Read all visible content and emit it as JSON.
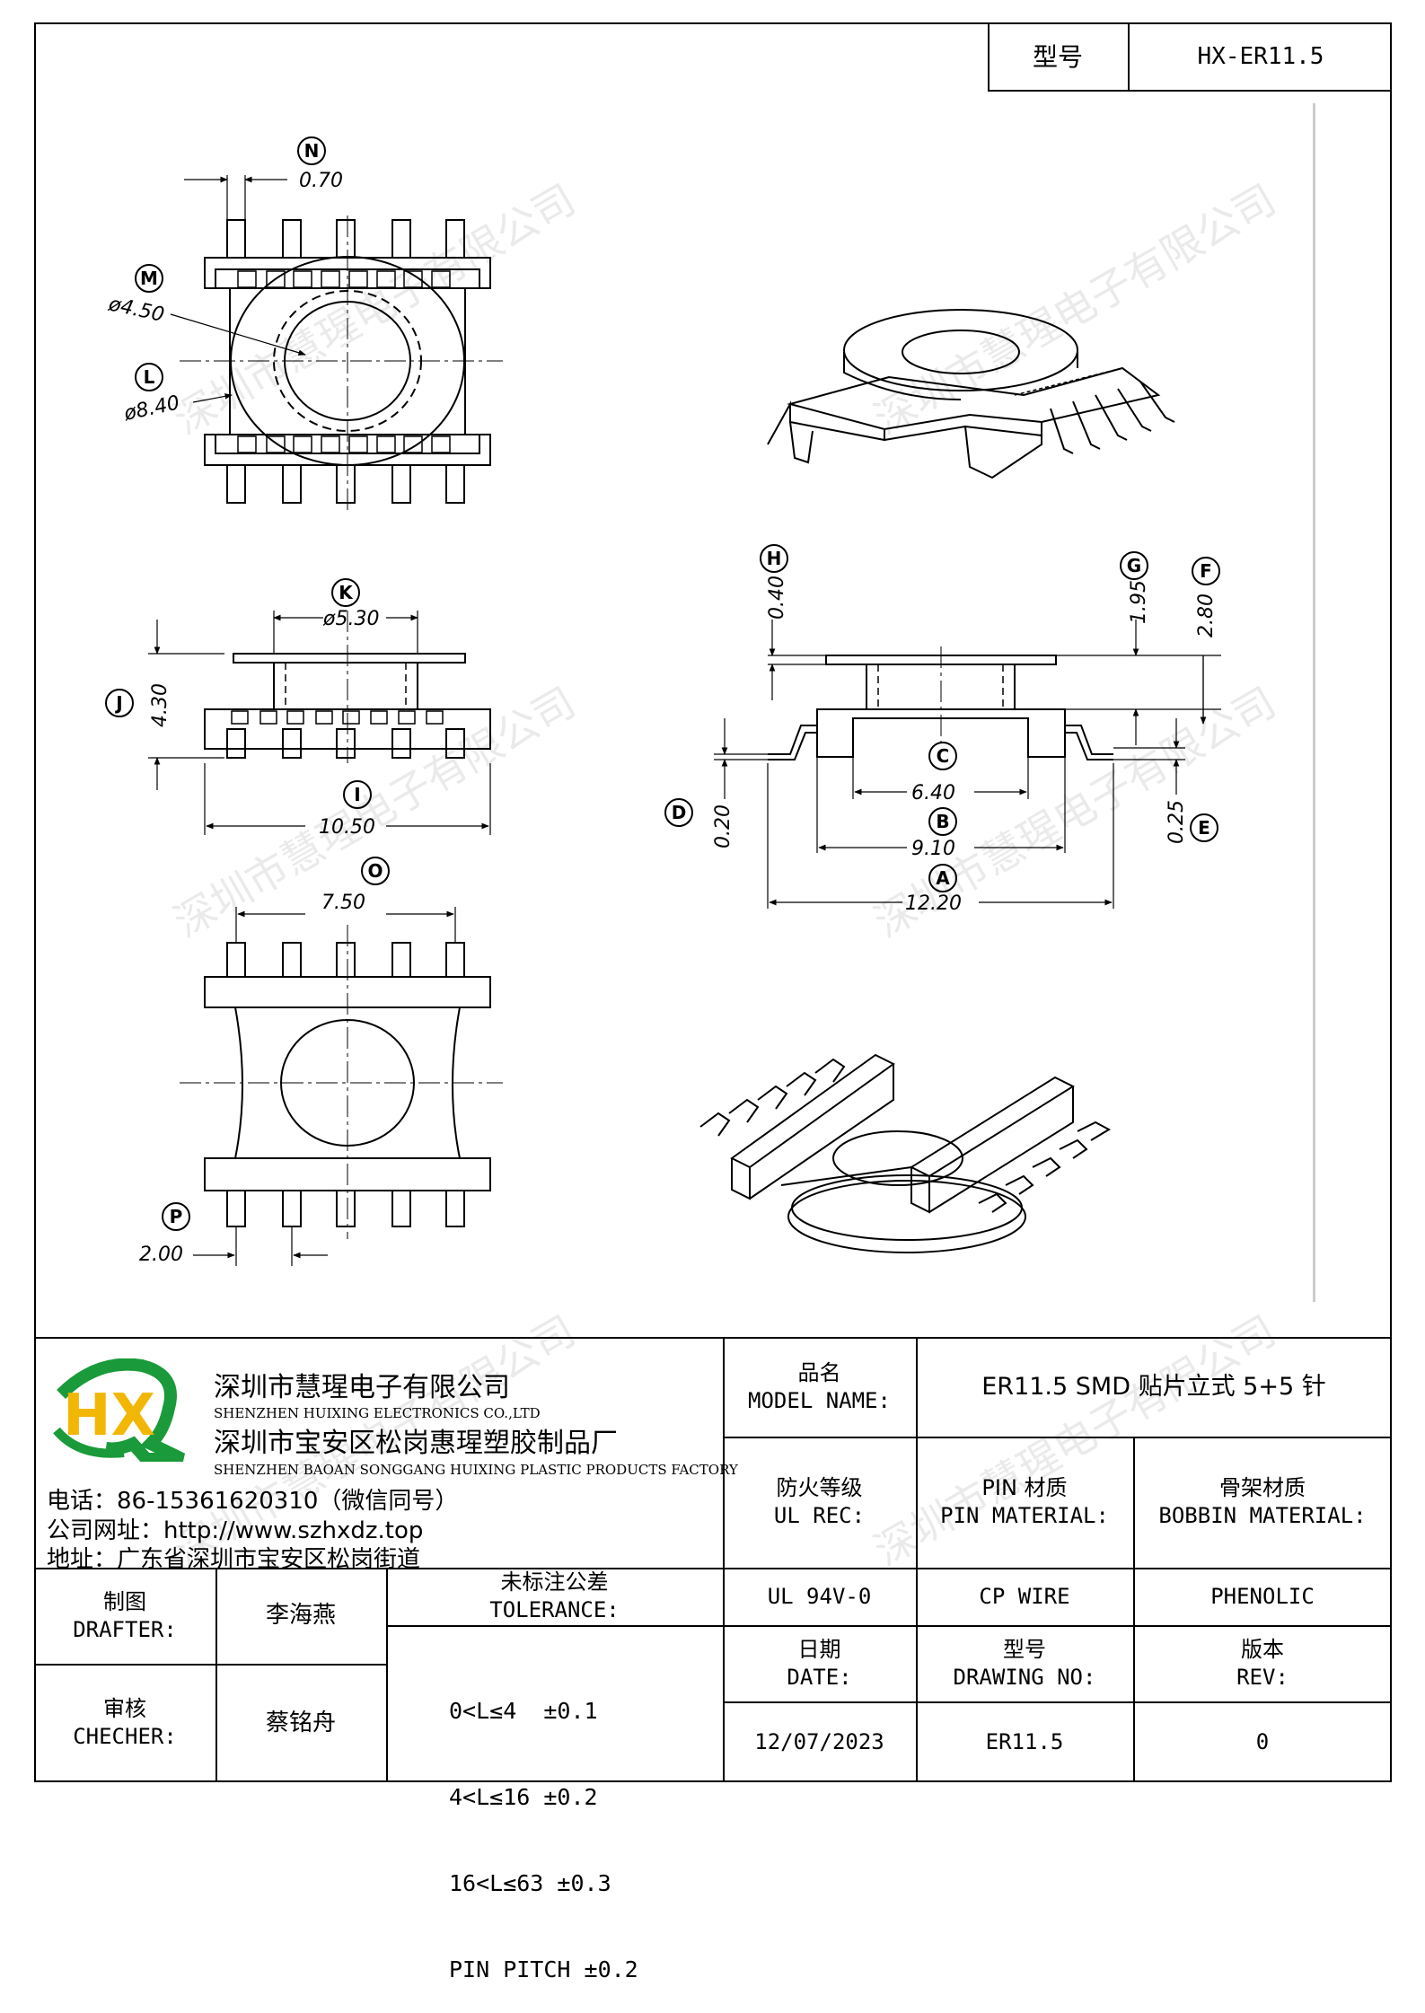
{
  "header": {
    "model_label": "型号",
    "model_value": "HX-ER11.5"
  },
  "dims": {
    "N": {
      "letter": "N",
      "value": "0.70"
    },
    "M": {
      "letter": "M",
      "value": "ø4.50"
    },
    "L": {
      "letter": "L",
      "value": "ø8.40"
    },
    "K": {
      "letter": "K",
      "value": "ø5.30"
    },
    "J": {
      "letter": "J",
      "value": "4.30"
    },
    "I": {
      "letter": "I",
      "value": "10.50"
    },
    "O": {
      "letter": "O",
      "value": "7.50"
    },
    "P": {
      "letter": "P",
      "value": "2.00"
    },
    "H": {
      "letter": "H",
      "value": "0.40"
    },
    "G": {
      "letter": "G",
      "value": "1.95"
    },
    "F": {
      "letter": "F",
      "value": "2.80"
    },
    "C": {
      "letter": "C",
      "value": "6.40"
    },
    "B": {
      "letter": "B",
      "value": "9.10"
    },
    "A": {
      "letter": "A",
      "value": "12.20"
    },
    "D": {
      "letter": "D",
      "value": "0.20"
    },
    "E": {
      "letter": "E",
      "value": "0.25"
    }
  },
  "watermark": "深圳市慧瑆电子有限公司",
  "company": {
    "logo_letters": "HX",
    "name_cn": "深圳市慧瑆电子有限公司",
    "name_en": "SHENZHEN HUIXING ELECTRONICS CO.,LTD",
    "factory_cn": "深圳市宝安区松岗惠瑆塑胶制品厂",
    "factory_en": "SHENZHEN BAOAN SONGGANG HUIXING PLASTIC PRODUCTS FACTORY",
    "phone": "电话：86-15361620310（微信同号）",
    "website": "公司网址：http://www.szhxdz.top",
    "address": "地址：广东省深圳市宝安区松岗街道"
  },
  "titleblock": {
    "model_name_cn": "品名",
    "model_name_en": "MODEL NAME:",
    "model_name_value": "ER11.5 SMD 贴片立式 5+5 针",
    "ul_cn": "防火等级",
    "ul_en": "UL REC:",
    "pin_cn": "PIN 材质",
    "pin_en": "PIN MATERIAL:",
    "bobbin_cn": "骨架材质",
    "bobbin_en": "BOBBIN MATERIAL:",
    "ul_value": "UL 94V-0",
    "pin_value": "CP WIRE",
    "bobbin_value": "PHENOLIC",
    "drafter_cn": "制图",
    "drafter_en": "DRAFTER:",
    "drafter_name": "李海燕",
    "checker_cn": "审核",
    "checker_en": "CHECHER:",
    "checker_name": "蔡铭舟",
    "tolerance_cn": "未标注公差",
    "tolerance_en": "TOLERANCE:",
    "tolerance_lines": [
      "0<L≤4  ±0.1",
      "4<L≤16 ±0.2",
      "16<L≤63 ±0.3",
      "PIN PITCH ±0.2"
    ],
    "date_cn": "日期",
    "date_en": "DATE:",
    "drawing_cn": "型号",
    "drawing_en": "DRAWING NO:",
    "rev_cn": "版本",
    "rev_en": "REV:",
    "date_value": "12/07/2023",
    "drawing_value": "ER11.5",
    "rev_value": "0"
  }
}
